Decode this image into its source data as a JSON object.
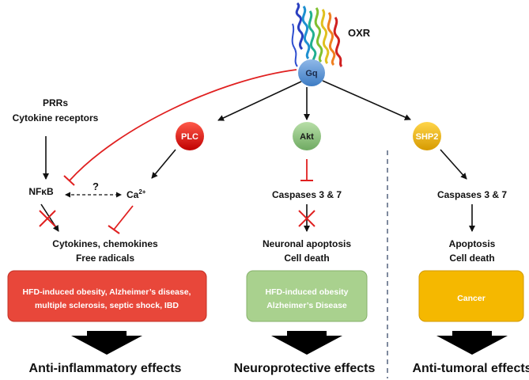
{
  "receptor": {
    "name": "OXR",
    "g_protein": "Gq"
  },
  "inputs": {
    "line1": "PRRs",
    "line2": "Cytokine receptors"
  },
  "nodes": {
    "plc": {
      "label": "PLC",
      "color": "#e01010"
    },
    "akt": {
      "label": "Akt",
      "color": "#8fc68a"
    },
    "shp2": {
      "label": "SHP2",
      "color": "#f2b800"
    },
    "gq_color": "#5b9bd5"
  },
  "left": {
    "nfkb": "NFκB",
    "question": "?",
    "ca_base": "Ca",
    "ca_sup": "2+",
    "outputs_line1": "Cytokines, chemokines",
    "outputs_line2": "Free radicals",
    "box": {
      "line1": "HFD-induced obesity, Alzheimer’s disease,",
      "line2": "multiple sclerosis, septic shock, IBD",
      "color": "#e8473a"
    },
    "effect": "Anti-inflammatory effects"
  },
  "middle": {
    "caspases": "Caspases 3 & 7",
    "outputs_line1": "Neuronal apoptosis",
    "outputs_line2": "Cell death",
    "box": {
      "line1": "HFD-induced obesity",
      "line2": "Alzheimer’s Disease",
      "color": "#a9d18e"
    },
    "effect": "Neuroprotective effects"
  },
  "right": {
    "caspases": "Caspases 3 & 7",
    "outputs_line1": "Apoptosis",
    "outputs_line2": "Cell death",
    "box": {
      "line1": "Cancer",
      "color": "#f5b800"
    },
    "effect": "Anti-tumoral effects"
  },
  "colors": {
    "inhibit": "#e02020",
    "arrow": "#111111",
    "divider": "#3a4a6a"
  }
}
